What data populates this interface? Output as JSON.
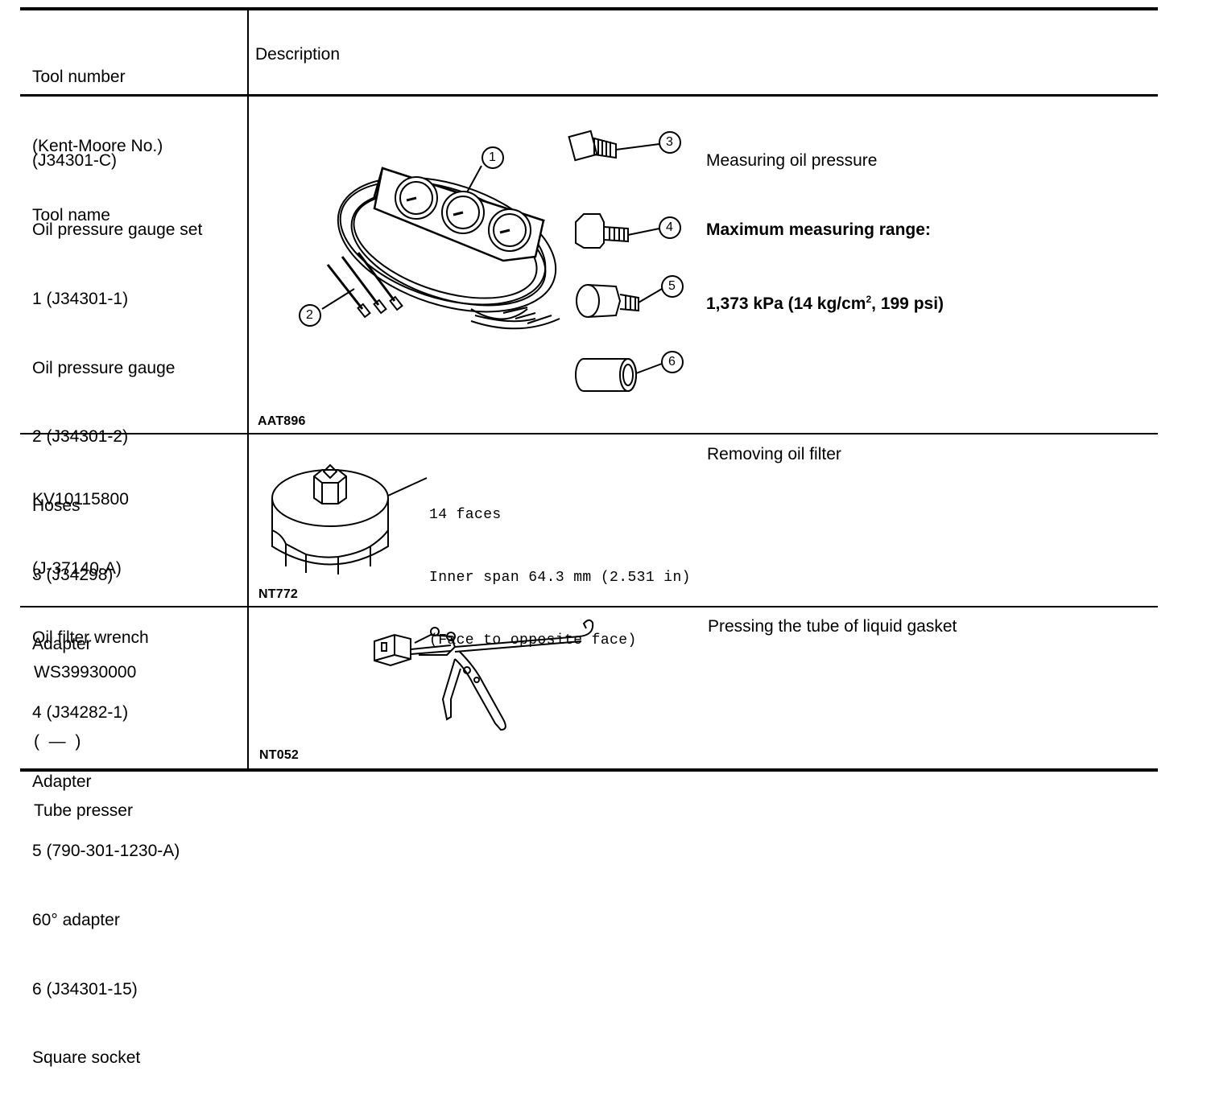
{
  "header": {
    "col1": [
      "Tool number",
      "(Kent-Moore No.)",
      "Tool name"
    ],
    "col2": "Description"
  },
  "rows": [
    {
      "tool_lines": [
        "(J34301-C)",
        "Oil pressure gauge set",
        "1 (J34301-1)",
        "Oil pressure gauge",
        "2 (J34301-2)",
        "Hoses",
        "3 (J34298)",
        "Adapter",
        "4 (J34282-1)",
        "Adapter",
        "5 (790-301-1230-A)",
        "60° adapter",
        "6 (J34301-15)",
        "Square socket"
      ],
      "figure_id": "AAT896",
      "callouts": [
        "1",
        "2",
        "3",
        "4",
        "5",
        "6"
      ],
      "desc_title": "Measuring oil pressure",
      "desc_range_label": "Maximum measuring range:",
      "desc_range_value_a": "1,373 kPa (14 kg/cm",
      "desc_range_sup": "2",
      "desc_range_value_b": ", 199 psi)"
    },
    {
      "tool_lines": [
        "KV10115800",
        "(J-37140-A)",
        "Oil filter wrench"
      ],
      "figure_id": "NT772",
      "annotations": [
        "14 faces",
        "Inner span 64.3 mm (2.531 in)",
        "(Face to opposite face)"
      ],
      "desc_title": "Removing oil filter"
    },
    {
      "tool_lines": [
        "WS39930000",
        "(  —  )",
        "Tube presser"
      ],
      "figure_id": "NT052",
      "desc_title": "Pressing the tube of liquid gasket"
    }
  ]
}
